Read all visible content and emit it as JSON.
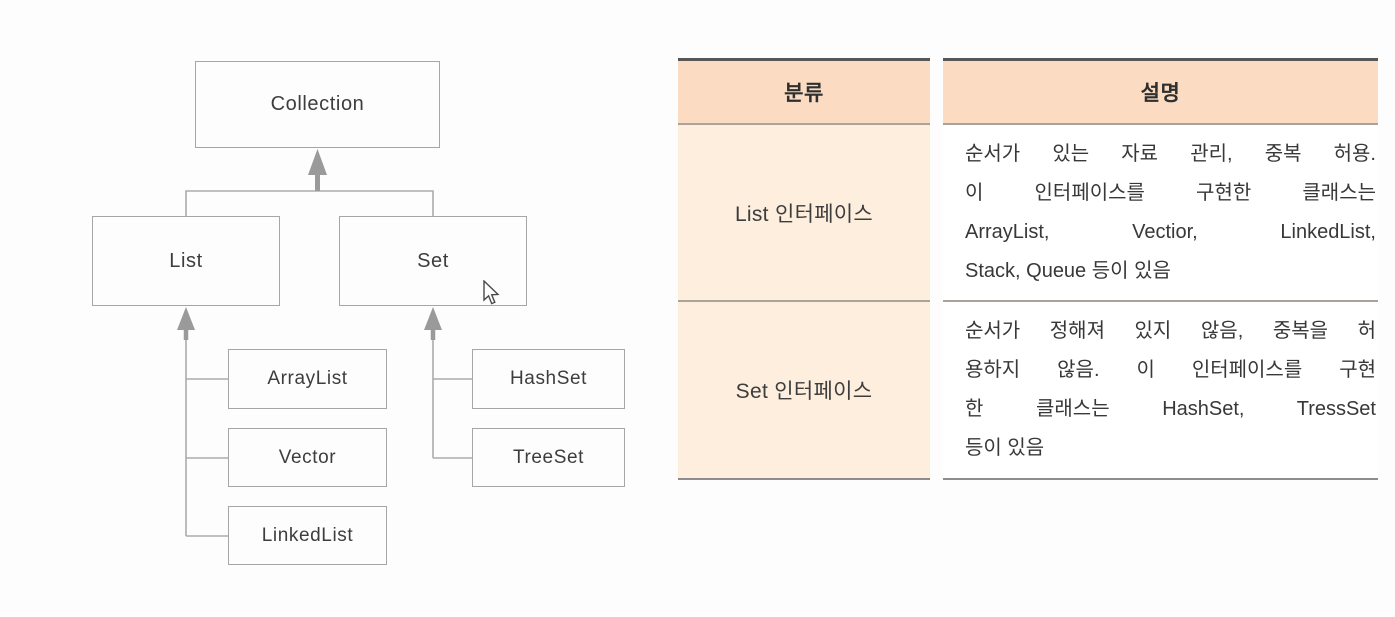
{
  "diagram": {
    "title": "Java Collection class hierarchy",
    "nodes": [
      {
        "id": "collection",
        "label": "Collection"
      },
      {
        "id": "list",
        "label": "List"
      },
      {
        "id": "set",
        "label": "Set"
      },
      {
        "id": "arraylist",
        "label": "ArrayList"
      },
      {
        "id": "vector",
        "label": "Vector"
      },
      {
        "id": "linkedlist",
        "label": "LinkedList"
      },
      {
        "id": "hashset",
        "label": "HashSet"
      },
      {
        "id": "treeset",
        "label": "TreeSet"
      }
    ],
    "edges": [
      {
        "from": "List",
        "to": "Collection"
      },
      {
        "from": "Set",
        "to": "Collection"
      },
      {
        "from": "ArrayList",
        "to": "List"
      },
      {
        "from": "Vector",
        "to": "List"
      },
      {
        "from": "LinkedList",
        "to": "List"
      },
      {
        "from": "HashSet",
        "to": "Set"
      },
      {
        "from": "TreeSet",
        "to": "Set"
      }
    ]
  },
  "table": {
    "headers": {
      "category": "분류",
      "description": "설명"
    },
    "rows": [
      {
        "category": "List 인터페이스",
        "desc_lines": [
          "순서가 있는 자료 관리, 중복 허용.",
          "이 인터페이스를 구현한 클래스는",
          "ArrayList, Vectior, LinkedList,",
          "Stack, Queue 등이 있음"
        ]
      },
      {
        "category": "Set 인터페이스",
        "desc_lines": [
          "순서가 정해져 있지 않음, 중복을 허",
          "용하지 않음. 이 인터페이스를 구현",
          "한 클래스는 HashSet, TressSet",
          "등이 있음"
        ]
      }
    ]
  },
  "cursor": {
    "icon": "arrow-pointer"
  },
  "colors": {
    "header_bg": "#fbdcc2",
    "category_cell_bg": "#fdeede",
    "table_top_border": "#565656",
    "table_bottom_border": "#8d8d8d",
    "row_separator": "#aaa29b",
    "diagram_line": "#a6a6a6",
    "arrow_gray": "#9a9a9a",
    "text_dark": "#383838"
  }
}
